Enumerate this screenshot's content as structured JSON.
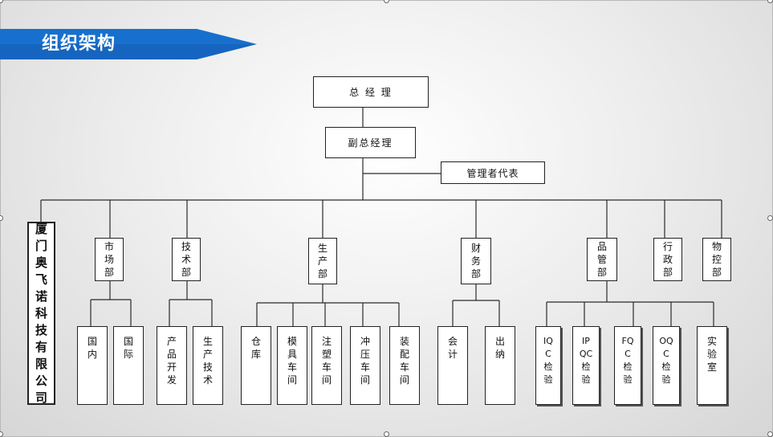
{
  "title": "组织架构",
  "colors": {
    "banner": "#1565c0",
    "line": "#2a2a2a"
  },
  "nodes": {
    "general_manager": "总 经 理",
    "deputy_gm": "副总经理",
    "mgmt_rep": "管理者代表",
    "company": "厦\n门\n奥\n飞\n诺\n科\n技\n有\n限\n公\n司",
    "marketing": "市\n场\n部",
    "technical": "技\n术\n部",
    "production": "生\n产\n部",
    "finance": "财\n务\n部",
    "quality": "品\n管\n部",
    "admin": "行\n政\n部",
    "logistics": "物\n控\n部",
    "domestic": "国\n内",
    "international": "国\n际",
    "product_dev": "产\n品\n开\n发",
    "prod_tech": "生\n产\n技\n术",
    "warehouse": "仓\n库",
    "mold_shop": "模\n具\n车\n间",
    "injection_shop": "注\n塑\n车\n间",
    "stamping_shop": "冲\n压\n车\n间",
    "assembly_shop": "装\n配\n车\n间",
    "accounting": "会\n计",
    "cashier": "出\n纳",
    "iqc": "IQ\nC\n检\n验",
    "ipqc": "IP\nQC\n检\n验",
    "fqc": "FQ\nC\n检\n验",
    "oqc": "OQ\nC\n检\n验",
    "lab": "实\n验\n室"
  }
}
